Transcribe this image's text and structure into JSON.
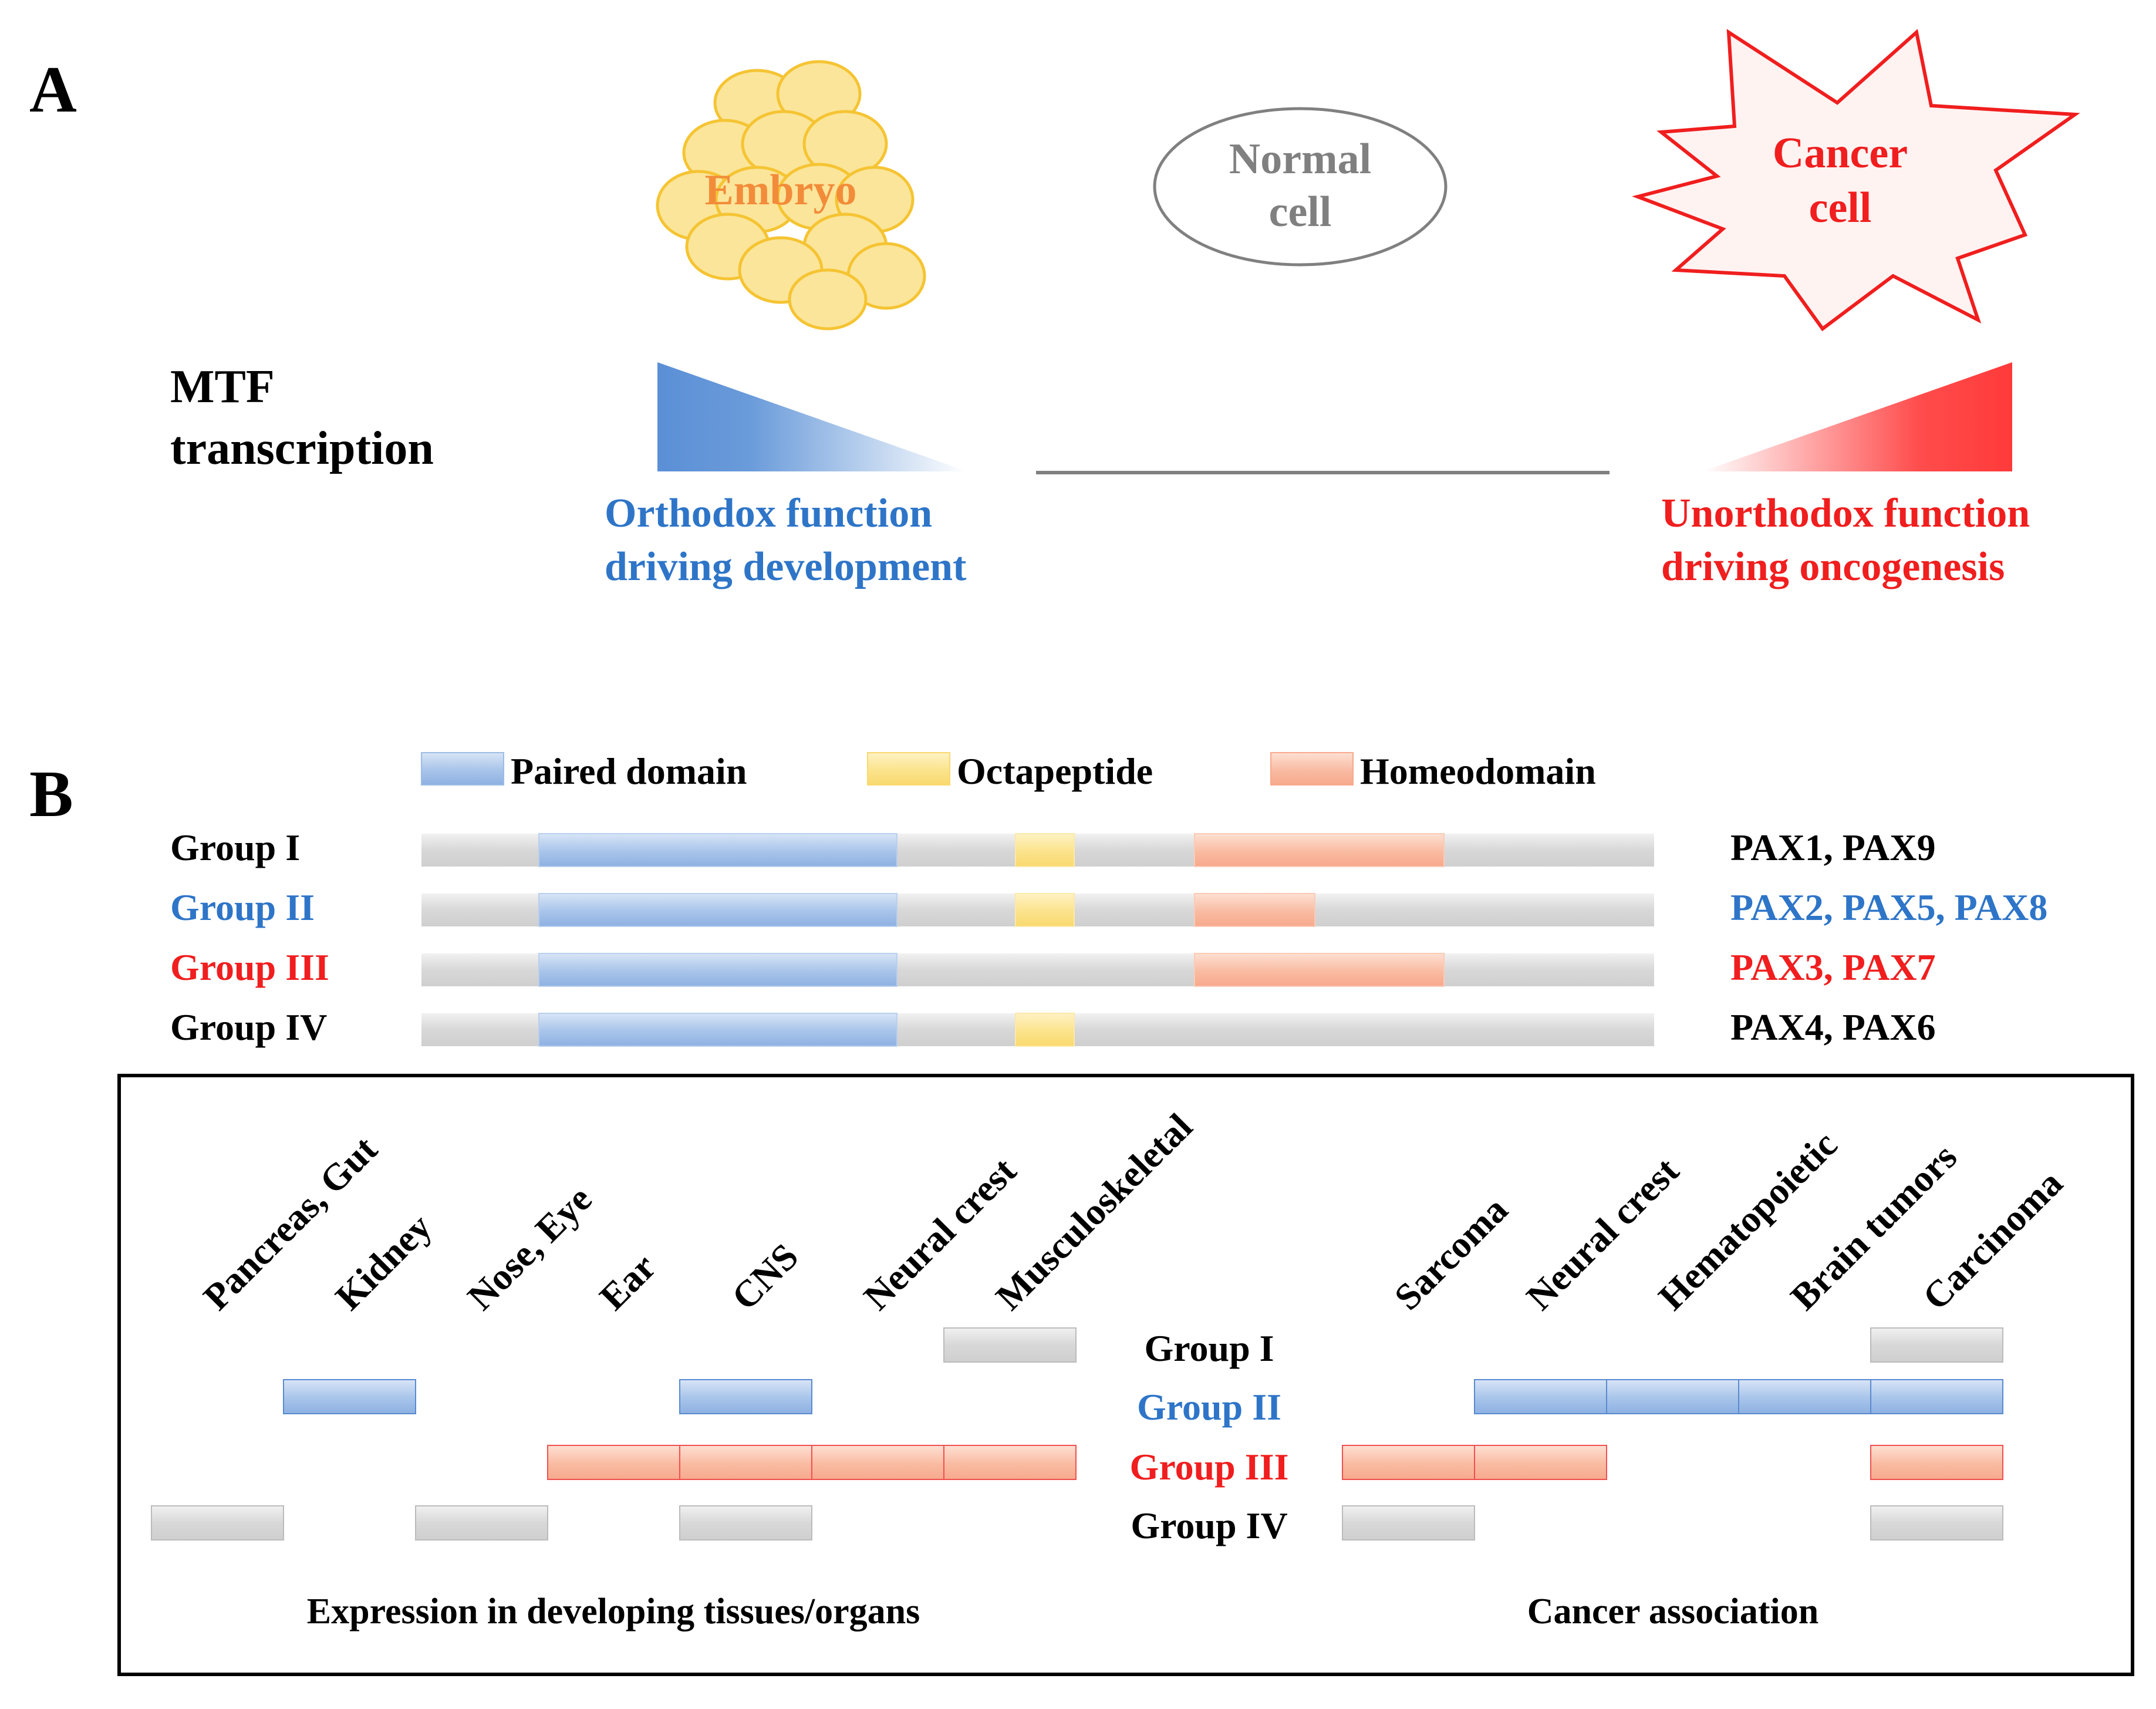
{
  "colors": {
    "blue": "#2E75C8",
    "red": "#F01E1E",
    "orange": "#F28C3A",
    "gray_text": "#808080",
    "black": "#000000",
    "blue_fill": "#9DBCE6",
    "blue_edge": "#5A8AD0",
    "red_fill": "#F9B49B",
    "red_edge": "#F05050",
    "gray_fill": "#DADADA",
    "gray_edge": "#BBBBBB",
    "yellow_fill": "#FBE38C",
    "embryo_fill": "#FBE59A",
    "embryo_edge": "#F5C433"
  },
  "panel_a": {
    "label": "A",
    "embryo_label": "Embryo",
    "normal_cell": [
      "Normal",
      "cell"
    ],
    "cancer_cell": [
      "Cancer",
      "cell"
    ],
    "mtf_label": [
      "MTF",
      "transcription"
    ],
    "orthodox": [
      "Orthodox function",
      "driving development"
    ],
    "unorthodox": [
      "Unorthodox function",
      "driving oncogenesis"
    ]
  },
  "panel_b": {
    "label": "B",
    "legend": {
      "paired": "Paired domain",
      "octapeptide": "Octapeptide",
      "homeodomain": "Homeodomain"
    },
    "groups": [
      {
        "name": "Group I",
        "genes": "PAX1, PAX9",
        "color": "black",
        "paired": true,
        "octapeptide": true,
        "homeodomain": "full"
      },
      {
        "name": "Group II",
        "genes": "PAX2, PAX5, PAX8",
        "color": "blue",
        "paired": true,
        "octapeptide": true,
        "homeodomain": "partial"
      },
      {
        "name": "Group III",
        "genes": "PAX3, PAX7",
        "color": "red",
        "paired": true,
        "octapeptide": false,
        "homeodomain": "full"
      },
      {
        "name": "Group IV",
        "genes": "PAX4, PAX6",
        "color": "black",
        "paired": true,
        "octapeptide": true,
        "homeodomain": "none"
      }
    ],
    "dev_tissues": [
      "Pancreas, Gut",
      "Kidney",
      "Nose, Eye",
      "Ear",
      "CNS",
      "Neural crest",
      "Musculoskeletal"
    ],
    "cancers": [
      "Sarcoma",
      "Neural crest",
      "Hematopoietic",
      "Brain tumors",
      "Carcinoma"
    ],
    "dev_matrix": [
      [
        0,
        0,
        0,
        0,
        0,
        0,
        1
      ],
      [
        0,
        1,
        0,
        0,
        1,
        0,
        0
      ],
      [
        0,
        0,
        0,
        1,
        1,
        1,
        1
      ],
      [
        1,
        0,
        1,
        0,
        1,
        0,
        0
      ]
    ],
    "cancer_matrix": [
      [
        0,
        0,
        0,
        0,
        1
      ],
      [
        0,
        1,
        1,
        1,
        1
      ],
      [
        1,
        1,
        0,
        0,
        1
      ],
      [
        1,
        0,
        0,
        0,
        1
      ]
    ],
    "dev_caption": "Expression in developing tissues/organs",
    "cancer_caption": "Cancer association"
  }
}
